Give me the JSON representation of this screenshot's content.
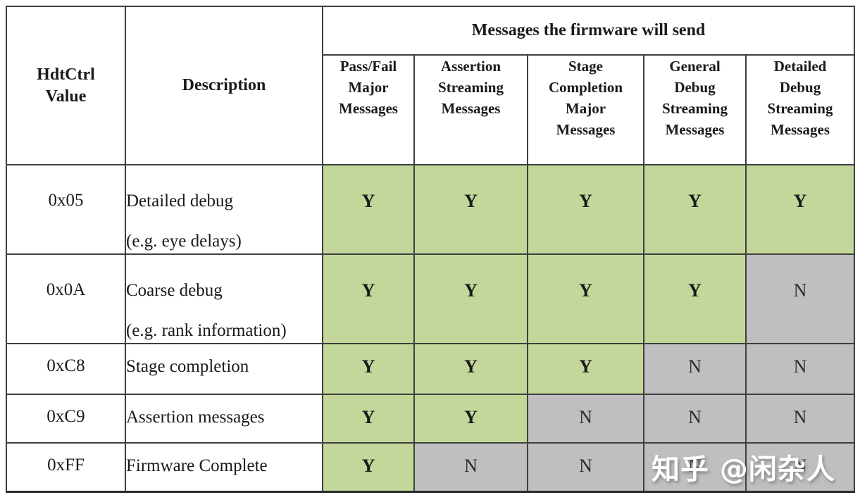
{
  "colors": {
    "yes_bg": "#c4d79b",
    "no_bg": "#bfbfbf",
    "border": "#3f3f3f",
    "page_bg": "#ffffff"
  },
  "table": {
    "corner_headers": {
      "hdtctrl": {
        "lines": [
          "HdtCtrl",
          "Value"
        ]
      },
      "description": "Description"
    },
    "group_header": "Messages the firmware will send",
    "message_columns": [
      {
        "lines": [
          "Pass/Fail",
          "Major",
          "Messages"
        ]
      },
      {
        "lines": [
          "Assertion",
          "Streaming",
          "Messages"
        ]
      },
      {
        "lines": [
          "Stage",
          "Completion",
          "Major",
          "Messages"
        ]
      },
      {
        "lines": [
          "General",
          "Debug",
          "Streaming",
          "Messages"
        ]
      },
      {
        "lines": [
          "Detailed",
          "Debug",
          "Streaming",
          "Messages"
        ]
      }
    ],
    "rows": [
      {
        "value": "0x05",
        "desc_lines": [
          "Detailed debug",
          "(e.g. eye delays)"
        ],
        "cells": [
          {
            "v": "Y",
            "state": "yes"
          },
          {
            "v": "Y",
            "state": "yes"
          },
          {
            "v": "Y",
            "state": "yes"
          },
          {
            "v": "Y",
            "state": "yes"
          },
          {
            "v": "Y",
            "state": "yes"
          }
        ]
      },
      {
        "value": "0x0A",
        "desc_lines": [
          "Coarse debug",
          "(e.g. rank information)"
        ],
        "cells": [
          {
            "v": "Y",
            "state": "yes"
          },
          {
            "v": "Y",
            "state": "yes"
          },
          {
            "v": "Y",
            "state": "yes"
          },
          {
            "v": "Y",
            "state": "yes"
          },
          {
            "v": "N",
            "state": "no"
          }
        ]
      },
      {
        "value": "0xC8",
        "desc_lines": [
          "Stage completion"
        ],
        "cells": [
          {
            "v": "Y",
            "state": "yes"
          },
          {
            "v": "Y",
            "state": "yes"
          },
          {
            "v": "Y",
            "state": "yes"
          },
          {
            "v": "N",
            "state": "no"
          },
          {
            "v": "N",
            "state": "no"
          }
        ]
      },
      {
        "value": "0xC9",
        "desc_lines": [
          "Assertion messages"
        ],
        "cells": [
          {
            "v": "Y",
            "state": "yes"
          },
          {
            "v": "Y",
            "state": "yes"
          },
          {
            "v": "N",
            "state": "no"
          },
          {
            "v": "N",
            "state": "no"
          },
          {
            "v": "N",
            "state": "no"
          }
        ]
      },
      {
        "value": "0xFF",
        "desc_lines": [
          "Firmware Complete"
        ],
        "cells": [
          {
            "v": "Y",
            "state": "yes"
          },
          {
            "v": "N",
            "state": "no"
          },
          {
            "v": "N",
            "state": "no"
          },
          {
            "v": "N",
            "state": "no"
          },
          {
            "v": "N",
            "state": "no"
          }
        ]
      }
    ]
  },
  "watermark": {
    "text": "知乎 @闲杂人"
  }
}
